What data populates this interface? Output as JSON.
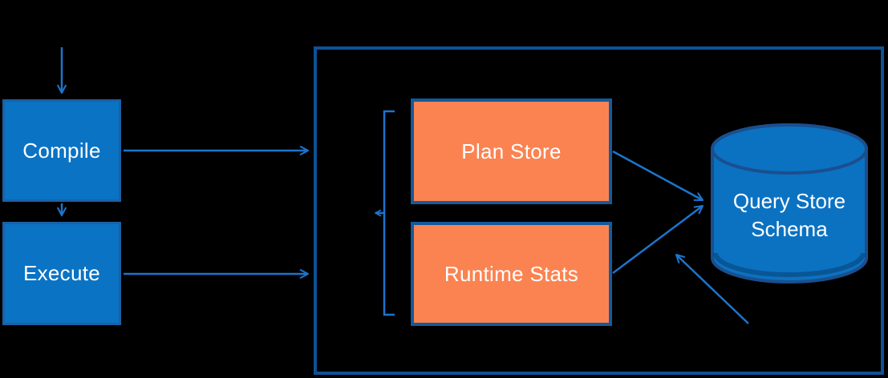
{
  "diagram": {
    "title_hint": "Query Store architecture flow",
    "background": "#000000",
    "colors": {
      "node_fill": "#0a73c4",
      "node_border": "#1b61a5",
      "store_fill": "#fb8351",
      "store_border": "#145a9e",
      "container_border": "#0d5296",
      "arrow": "#1d74cb",
      "cylinder_fill": "#0b72c2",
      "cylinder_border": "#1a4f8e",
      "cylinder_shadow": "#0a4072",
      "text": "#ffffff"
    },
    "nodes": {
      "compile": {
        "label": "Compile"
      },
      "execute": {
        "label": "Execute"
      },
      "plan_store": {
        "label": "Plan Store"
      },
      "runtime_stats": {
        "label": "Runtime Stats"
      },
      "query_store_schema": {
        "label": "Query Store Schema"
      }
    }
  }
}
